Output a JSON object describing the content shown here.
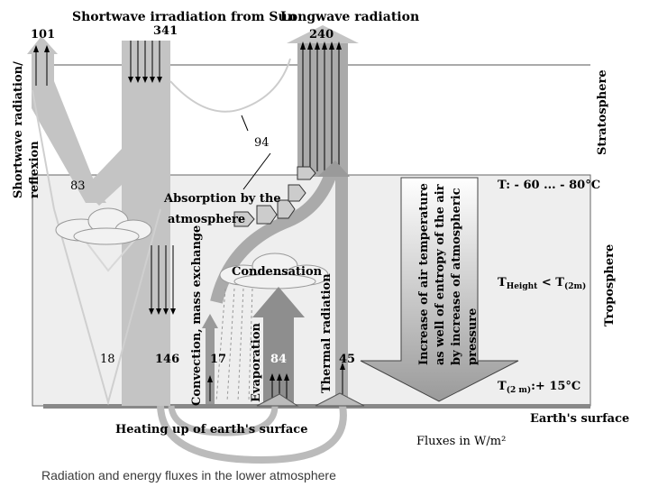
{
  "title_shortwave_in": "Shortwave irradiation from Sun",
  "title_longwave": "Longwave radiation",
  "label_shortwave_reflexion_line1": "Shortwave radiation/",
  "label_shortwave_reflexion_line2": "reflexion",
  "label_stratosphere": "Stratosphere",
  "label_troposphere": "Troposphere",
  "label_earth_surface": "Earth's surface",
  "label_absorption_line1": "Absorption by the",
  "label_absorption_line2": "atmosphere",
  "label_condensation": "Condensation",
  "label_convection": "Convection, mass exchange",
  "label_evaporation": "Evaporation",
  "label_thermal": "Thermal radiation",
  "label_heating": "Heating up of earth's surface",
  "label_increase_line1": "Increase of air temperature",
  "label_increase_line2": "as well of entropy of the air",
  "label_increase_line3": "by increase of atmospheric",
  "label_increase_line4": "pressure",
  "temp_top": "T: - 60 ... - 80°C",
  "temp_height_T": "T",
  "temp_height_sub": "Height",
  "temp_height_lt": " < T",
  "temp_height_sub2": "(2m)",
  "temp_surface_T": "T",
  "temp_surface_sub": "(2 m)",
  "temp_surface_value": ":+ 15°C",
  "fluxes_unit": "Fluxes in W/m²",
  "caption": "Radiation and energy fluxes in the lower atmosphere",
  "values": {
    "reflected": "101",
    "incoming": "341",
    "outgoing": "240",
    "absorbed": "94",
    "reflected_cloud": "83",
    "reflected_surface": "18",
    "surface_absorbed": "146",
    "convection": "17",
    "evaporation": "84",
    "thermal": "45"
  },
  "colors": {
    "band_gray": "#c4c4c4",
    "troposphere_fill": "#eeeeee",
    "thermal_band": "#aaaaaa",
    "evaporation_arrow": "#8e8e8e",
    "surface_line": "#888888"
  }
}
